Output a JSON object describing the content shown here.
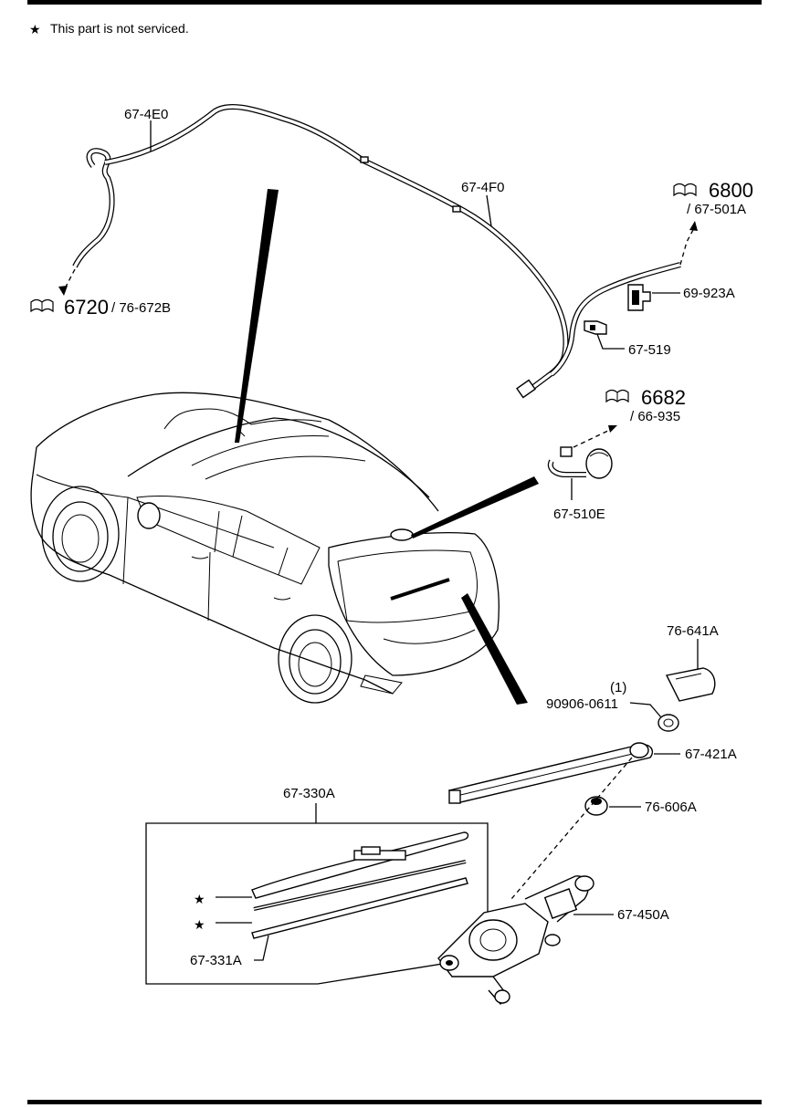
{
  "note": {
    "star": "★",
    "text": "This part is not serviced."
  },
  "labels": {
    "hose_front": "67-4E0",
    "hose_rear": "67-4F0",
    "ref_6800_num": "6800",
    "ref_6800_sub": "/ 67-501A",
    "ref_6720_num": "6720",
    "ref_6720_sub": "/ 76-672B",
    "clip_a": "69-923A",
    "clip_b": "67-519",
    "ref_6682_num": "6682",
    "ref_6682_sub": "/ 66-935",
    "nozzle": "67-510E",
    "cap": "76-641A",
    "nut_qty": "(1)",
    "nut": "90906-0611",
    "arm": "67-421A",
    "seal": "76-606A",
    "blade_assy": "67-330A",
    "rubber": "67-331A",
    "motor": "67-450A"
  },
  "stars": [
    "★",
    "★"
  ],
  "icons": [
    "book-ref-icon"
  ]
}
